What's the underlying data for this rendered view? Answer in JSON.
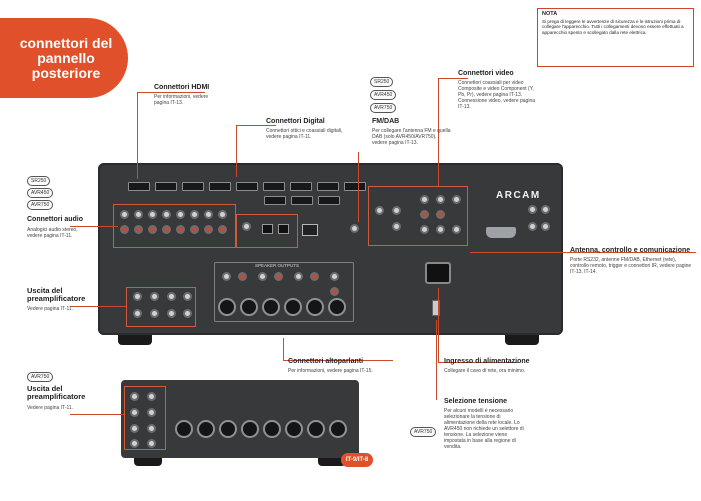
{
  "title": "connettori del pannello posteriore",
  "note": {
    "heading": "NOTA",
    "text": "Si prega di leggere le avvertenze di sicurezza e le istruzioni prima di collegare l'apparecchio. Tutti i collegamenti devono essere effettuati a apparecchio spento e scollegato dalla rete elettrica."
  },
  "badges": {
    "b1": "SR250",
    "b2": "AVR450",
    "b3": "AVR750"
  },
  "labels": {
    "hdmi": {
      "title": "Connettori HDMI",
      "desc": "Per informazioni, vedere pagina IT-13."
    },
    "digital": {
      "title": "Connettori Digital",
      "desc": "Connettori ottici e coassiali digitali, vedere pagina IT-11."
    },
    "fmdab": {
      "title": "FM/DAB",
      "desc": "Per collegare l'antenna FM e quella DAB (solo AVR450/AVR750), vedere pagina IT-13."
    },
    "video": {
      "title": "Connettori video",
      "desc": "Connettori coassiali per video Composite e video Component (Y, Pb, Pr), vedere pagina IT-13. Connessione video, vedere pagina IT-13."
    },
    "audio": {
      "title": "Connettori audio",
      "desc": "Analogici audio stereo, vedere pagina IT-11."
    },
    "preamp": {
      "title": "Uscita del preamplificatore",
      "desc": "Vedere pagina IT-11."
    },
    "antenna": {
      "title": "Antenna, controllo e comunicazione",
      "desc": "Porte RS232, antenne FM/DAB, Ethernet (rete), controllo remoto, trigger e connettori IR, vedere pagine IT-13, IT-14."
    },
    "speakers": {
      "title": "Connettori altoparlanti",
      "desc": "Per informazioni, vedere pagina IT-15."
    },
    "power": {
      "title": "Ingresso di alimentazione",
      "desc": "Collegare il cavo di rete, ora minimo."
    },
    "preamp2": {
      "title": "Uscita del preamplificatore",
      "desc": "Vedere pagina IT-11."
    },
    "voltage": {
      "title": "Selezione tensione",
      "desc": "Per alcuni modelli è necessario selezionare la tensione di alimentazione della rete locale. Lo AVR450 non richiede un selettore di tensione. La selezione viene impostata in base alla regione di vendita."
    }
  },
  "panel": {
    "brand": "ARCAM",
    "speaker_label": "SPEAKER OUTPUTS"
  },
  "page_number": "IT-9/IT-8"
}
